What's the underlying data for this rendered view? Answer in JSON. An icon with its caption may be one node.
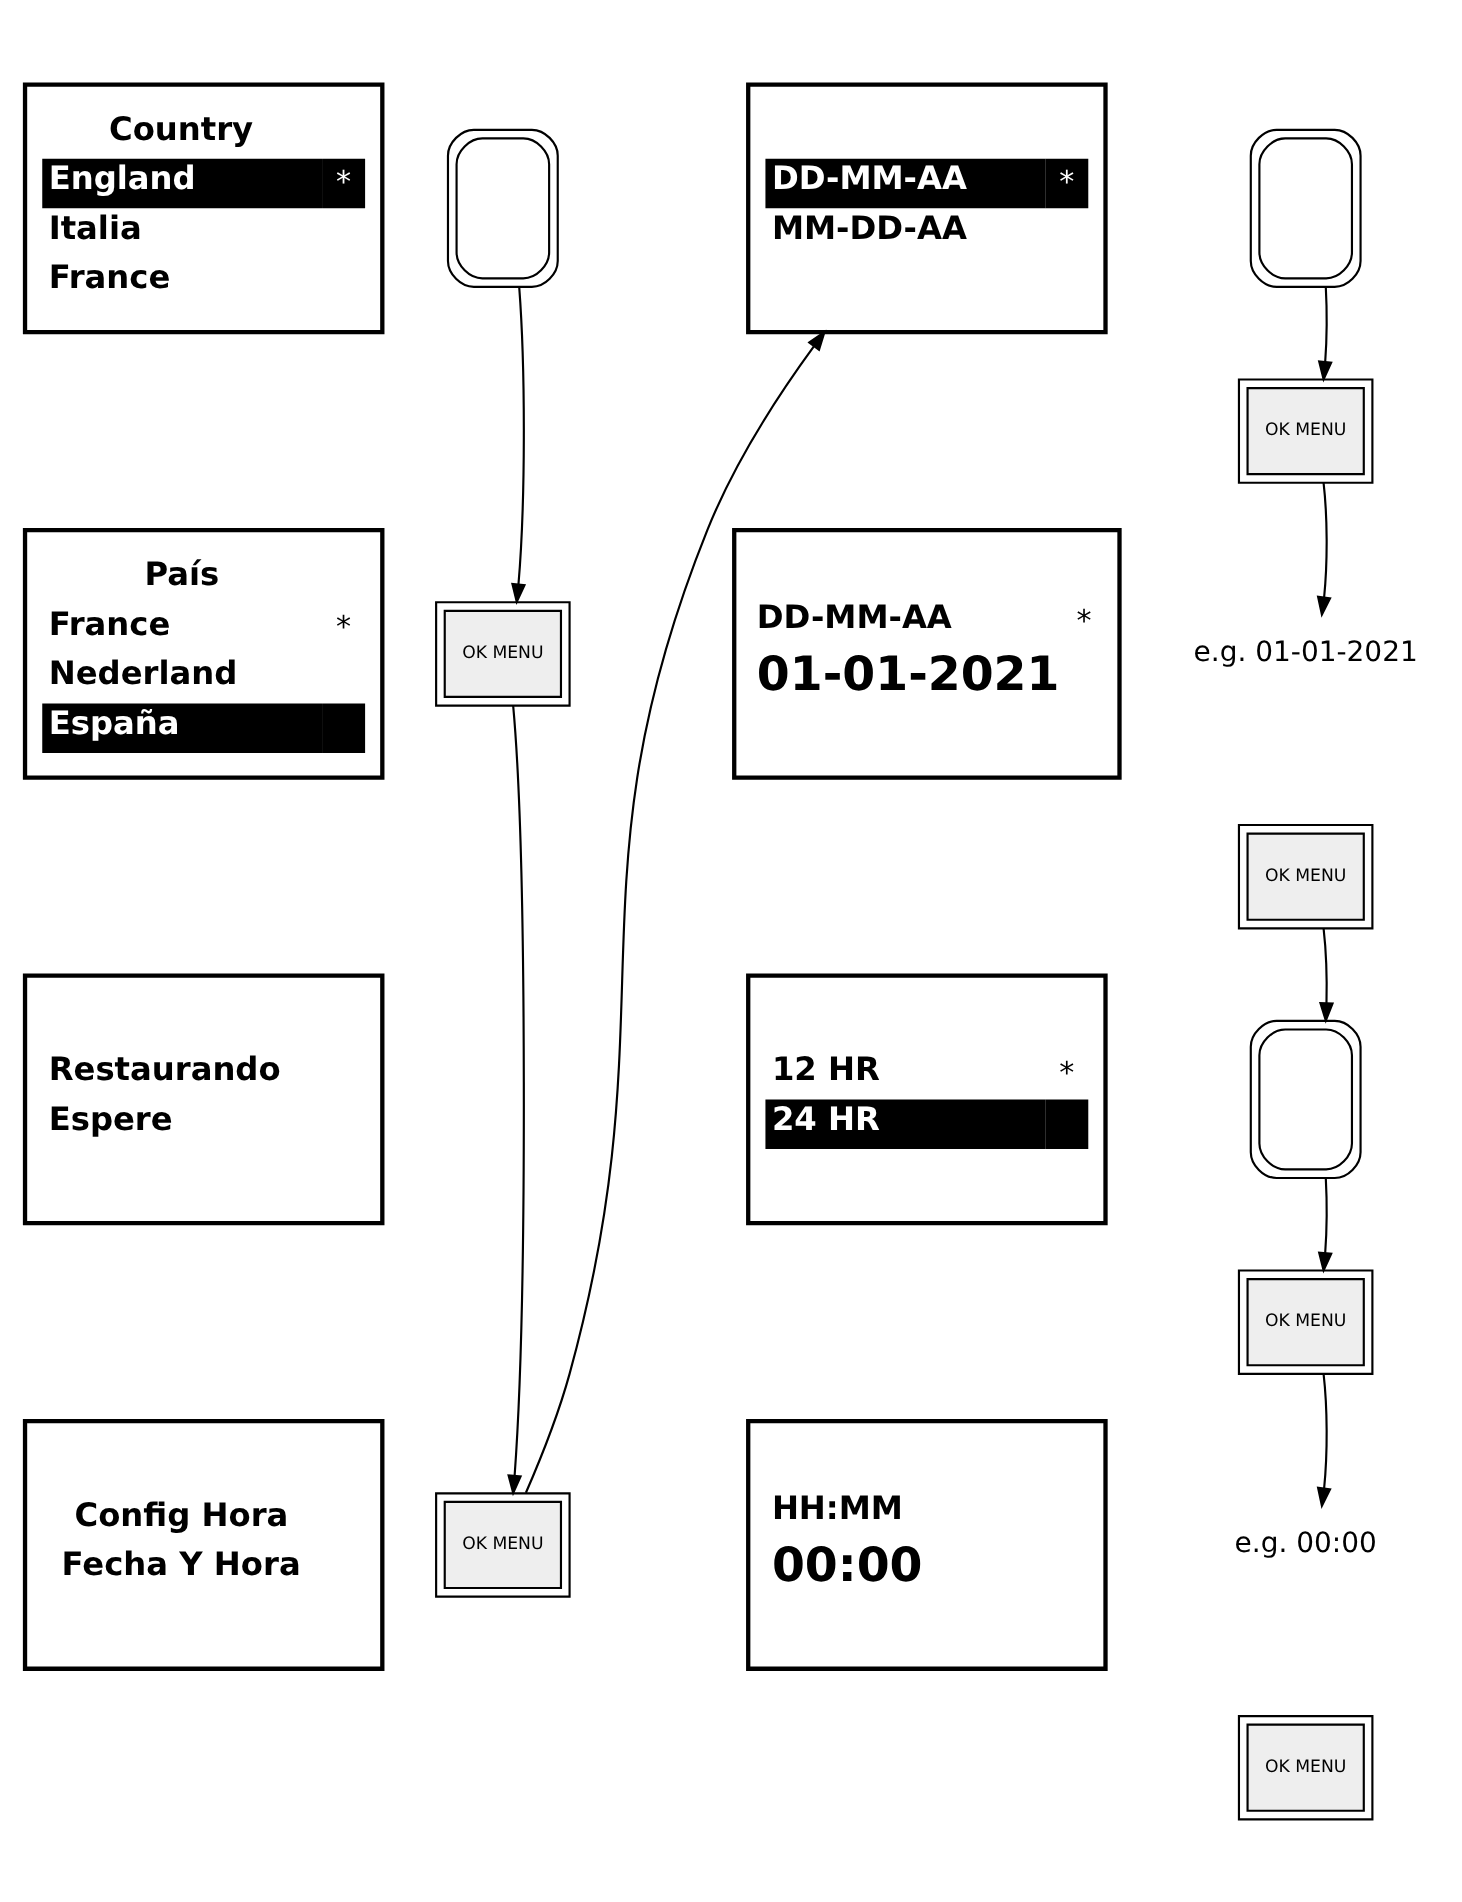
{
  "diagram": {
    "nodes": [
      {
        "text": [
          "Country",
          "England",
          "*",
          "Italia",
          "France"
        ]
      },
      {
        "text": [],
        "shape": "box"
      },
      {
        "text": [
          "País",
          "France",
          "*",
          "Nederland",
          "España"
        ]
      },
      {
        "text": [
          "OK MENU"
        ]
      },
      {
        "text": [
          "Restaurando",
          "Espere"
        ]
      },
      {
        "text": [
          "Config Hora",
          "Fecha Y Hora"
        ]
      },
      {
        "text": [
          "OK MENU"
        ]
      },
      {
        "text": [
          "DD-MM-AA",
          "*",
          "MM-DD-AA"
        ]
      },
      {
        "text": [],
        "shape": "box"
      },
      {
        "text": [
          "OK MENU"
        ]
      },
      {
        "text": [
          "DD-MM-AA",
          "*",
          "01-01-2021"
        ]
      },
      {
        "text": [
          "e.g. 01-01-2021"
        ]
      },
      {
        "text": [
          "OK MENU"
        ]
      },
      {
        "text": [
          "12 HR",
          "*",
          "24 HR"
        ]
      },
      {
        "text": [],
        "shape": "box"
      },
      {
        "text": [
          "OK MENU"
        ]
      },
      {
        "text": [
          "HH:MM",
          "00:00"
        ]
      },
      {
        "text": [
          "e.g. 00:00"
        ]
      },
      {
        "text": [
          "OK MENU"
        ]
      }
    ],
    "edges": [
      {
        "from": 1,
        "to": 3,
        "arrow": "to"
      },
      {
        "from": 3,
        "to": 6,
        "arrow": "to"
      },
      {
        "from": 6,
        "to": 7,
        "arrow": "to"
      },
      {
        "from": 8,
        "to": 9,
        "arrow": "to"
      },
      {
        "from": 9,
        "to": 11,
        "arrow": "to"
      },
      {
        "from": 12,
        "to": 14,
        "arrow": "to"
      },
      {
        "from": 14,
        "to": 15,
        "arrow": "to"
      },
      {
        "from": 15,
        "to": 17,
        "arrow": "to"
      }
    ]
  }
}
